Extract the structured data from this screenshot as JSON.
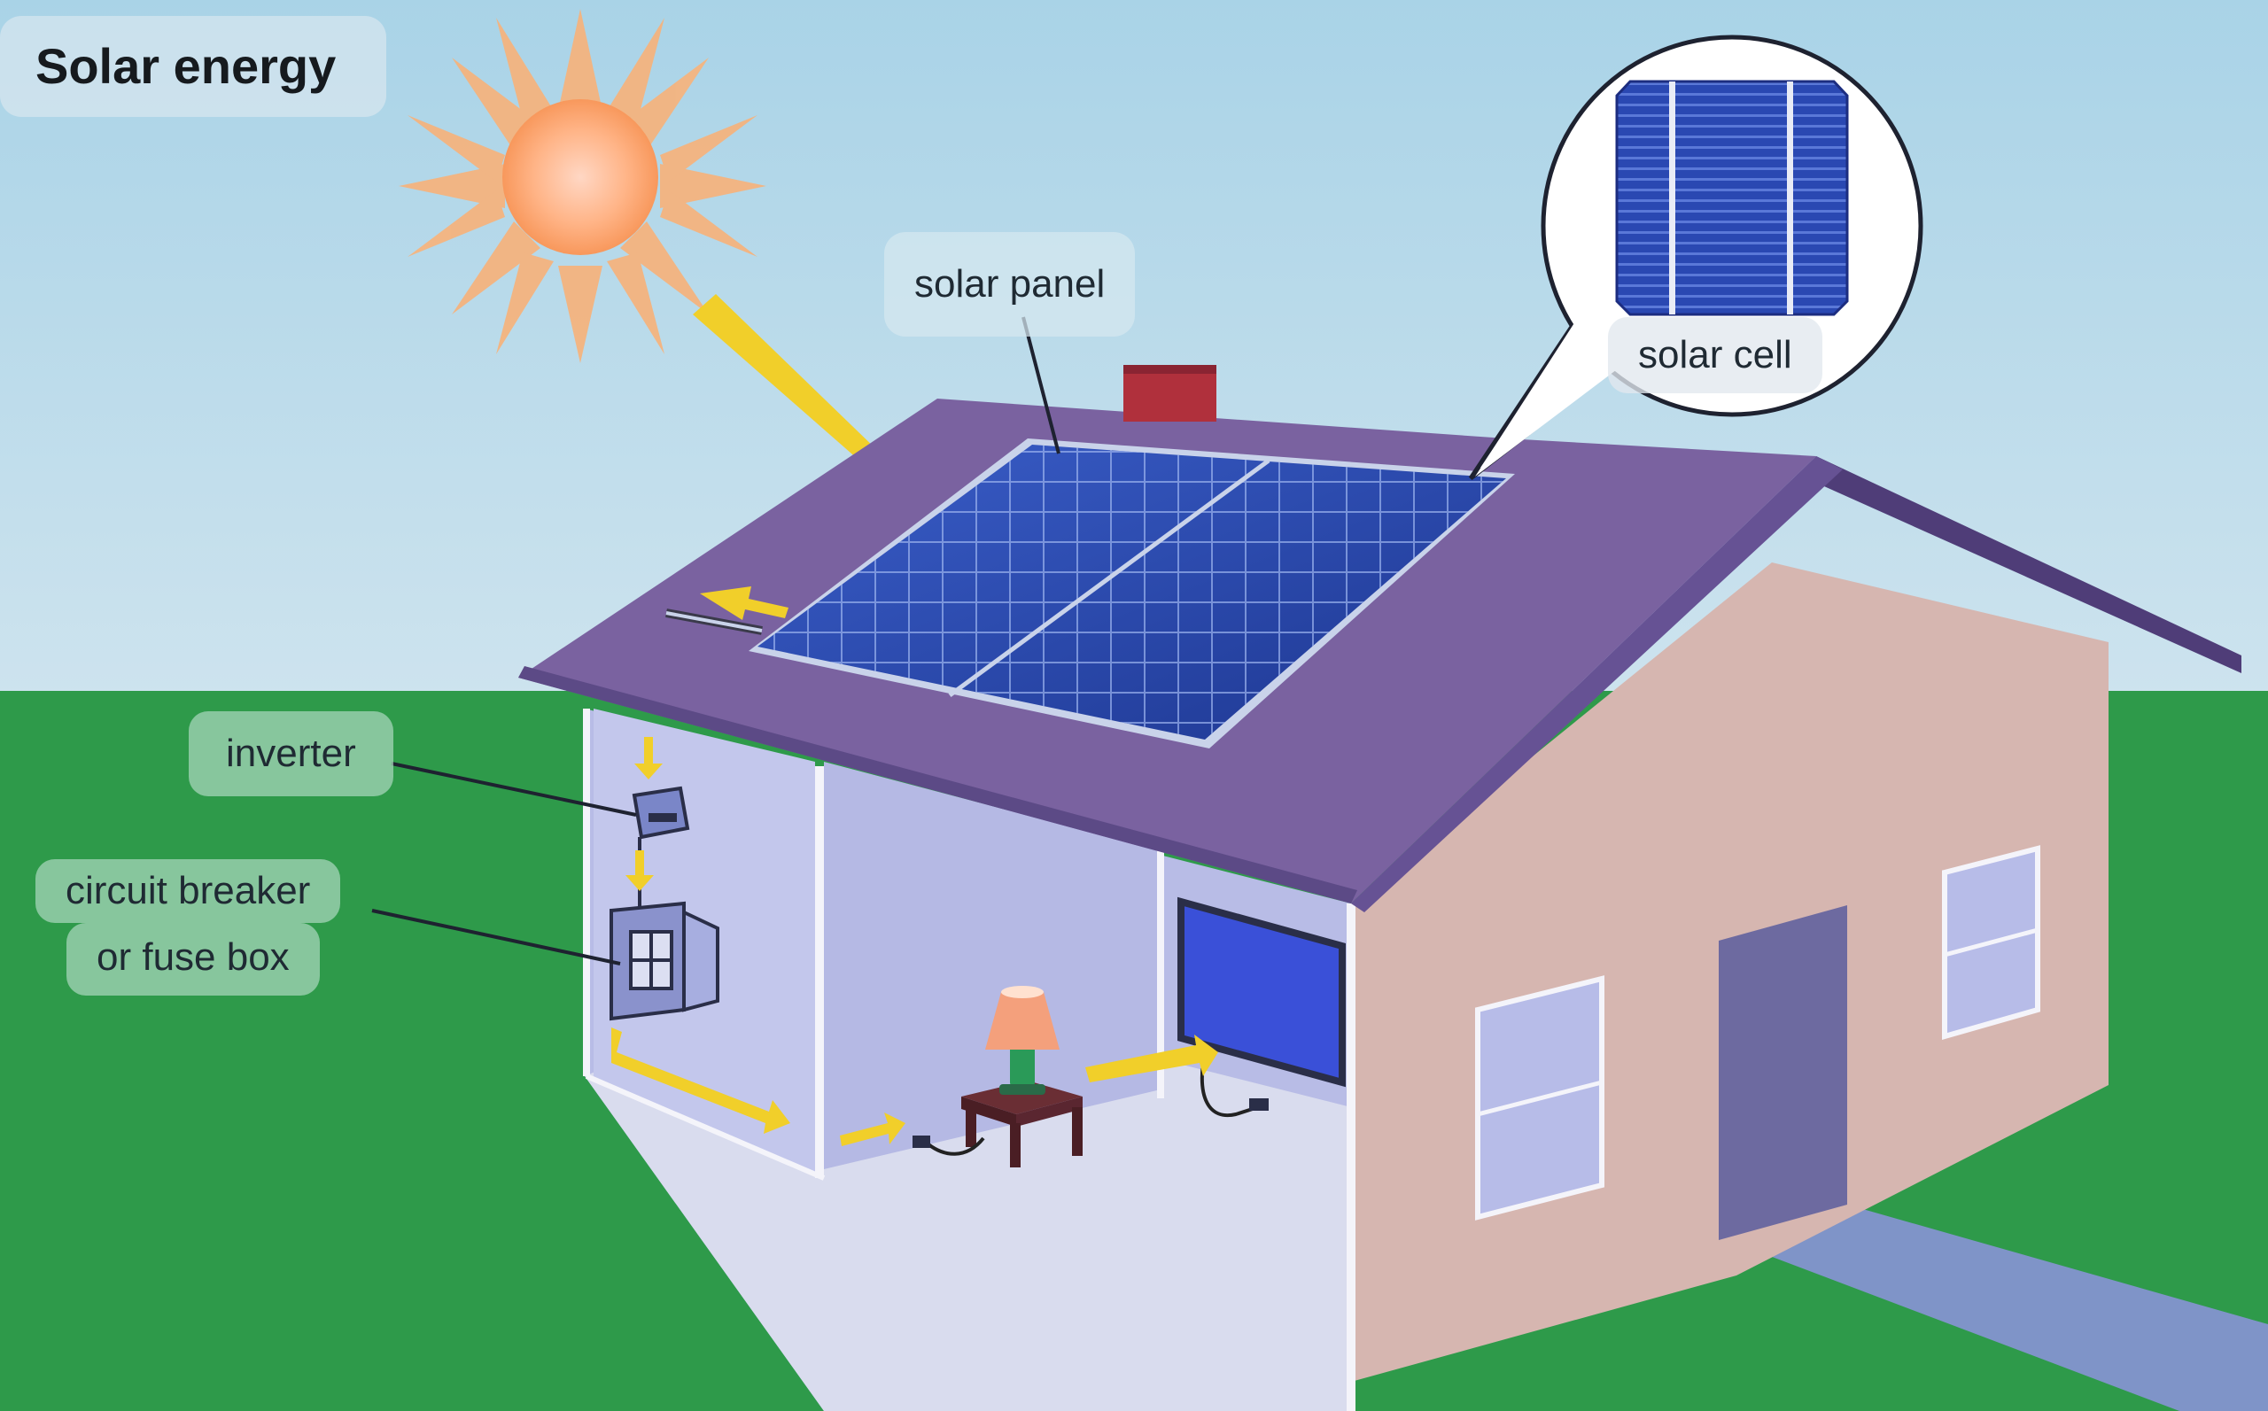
{
  "title": "Solar energy",
  "labels": {
    "solar_panel": "solar panel",
    "solar_cell": "solar cell",
    "inverter": "inverter",
    "circuit_breaker_line1": "circuit breaker",
    "circuit_breaker_line2": "or fuse box"
  },
  "colors": {
    "sky": "#bcd9ea",
    "grass": "#2e9a4a",
    "roof": "#7a62a0",
    "wall": "#d6b6b0",
    "panel": "#2a48a8",
    "flow_arrow": "#f1cf2a",
    "sun": "#f7a86a"
  },
  "icons": [
    "sun-icon",
    "solar-panel-icon",
    "solar-cell-icon",
    "inverter-icon",
    "fuse-box-icon",
    "lamp-icon",
    "tv-icon"
  ]
}
